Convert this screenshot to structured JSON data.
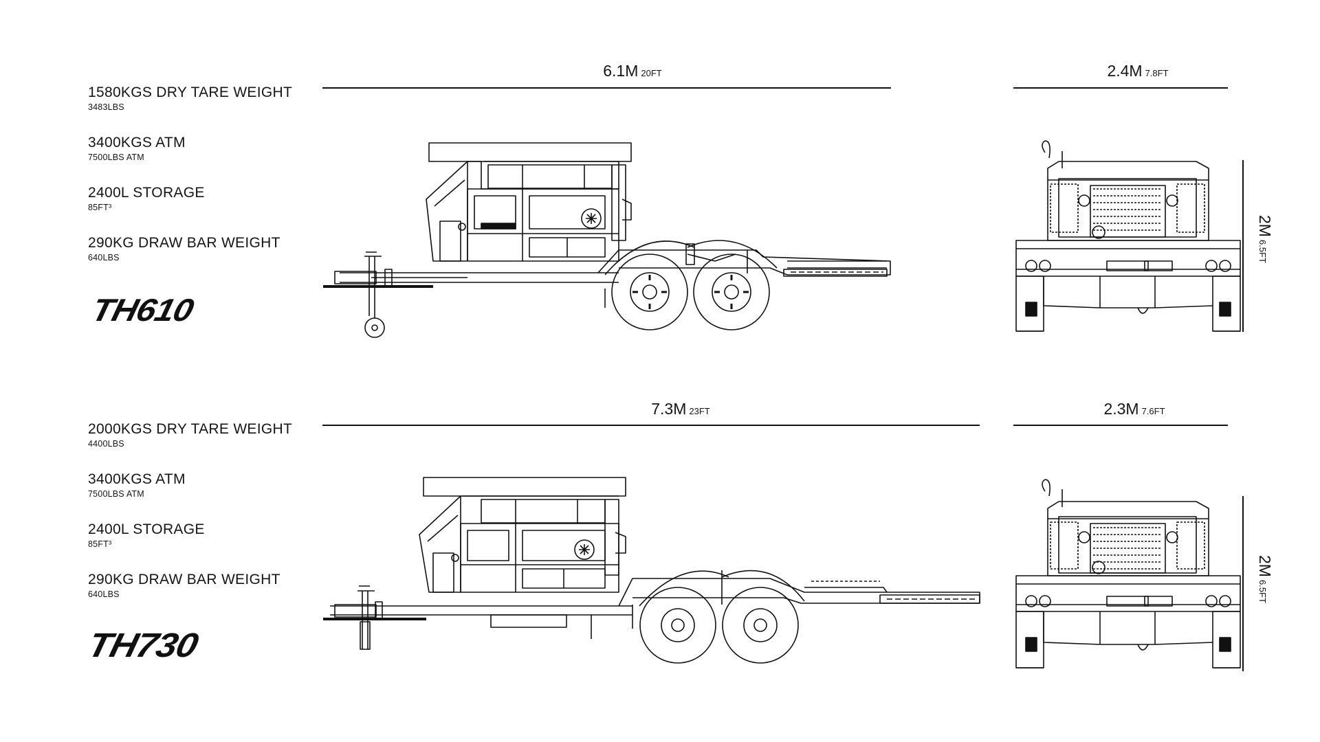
{
  "models": [
    {
      "name": "TH610",
      "specs": [
        {
          "main": "1580KGS DRY TARE WEIGHT",
          "sub": "3483LBS"
        },
        {
          "main": "3400KGS ATM",
          "sub": "7500LBS ATM"
        },
        {
          "main": "2400L STORAGE",
          "sub": "85FT³"
        },
        {
          "main": "290KG DRAW BAR WEIGHT",
          "sub": "640LBS"
        }
      ],
      "length": {
        "m": "6.1M",
        "ft": "20FT"
      },
      "width": {
        "m": "2.4M",
        "ft": "7.8FT"
      },
      "height": {
        "m": "2M",
        "ft": "6.5FT"
      }
    },
    {
      "name": "TH730",
      "specs": [
        {
          "main": "2000KGS DRY TARE WEIGHT",
          "sub": "4400LBS"
        },
        {
          "main": "3400KGS ATM",
          "sub": "7500LBS ATM"
        },
        {
          "main": "2400L STORAGE",
          "sub": "85FT³"
        },
        {
          "main": "290KG DRAW BAR WEIGHT",
          "sub": "640LBS"
        }
      ],
      "length": {
        "m": "7.3M",
        "ft": "23FT"
      },
      "width": {
        "m": "2.3M",
        "ft": "7.6FT"
      },
      "height": {
        "m": "2M",
        "ft": "6.5FT"
      }
    }
  ]
}
